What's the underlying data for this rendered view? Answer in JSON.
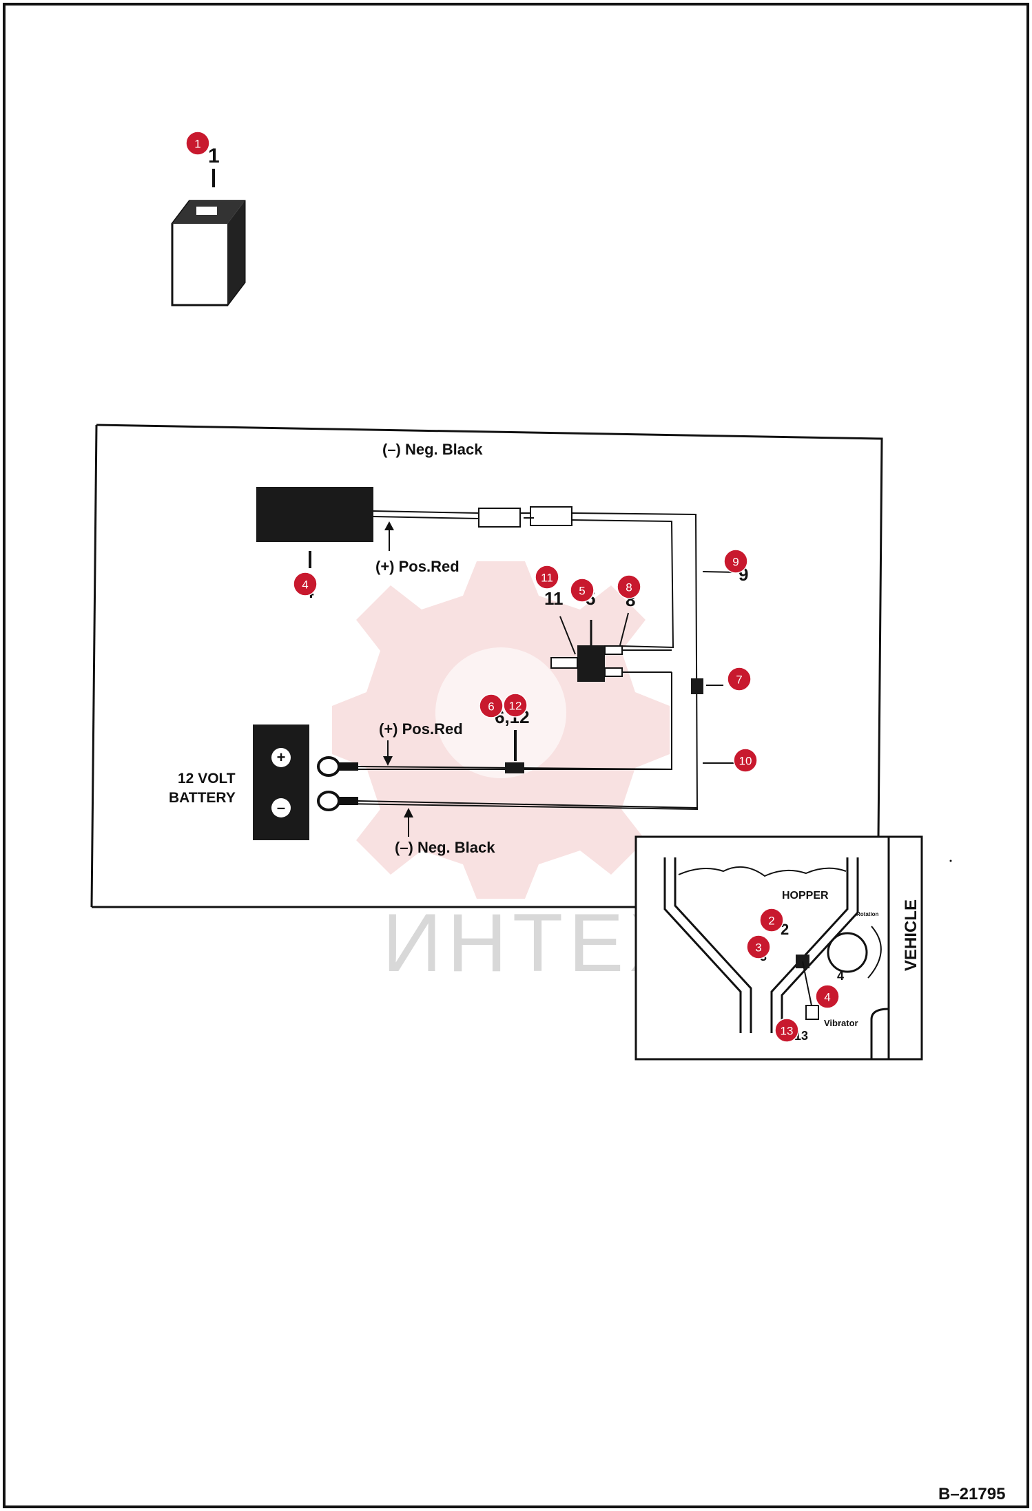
{
  "watermark_text": "ИНТЕХ",
  "drawing_number": "B–21795",
  "part_label_1": "1",
  "neg_black_top": "(–) Neg. Black",
  "pos_red_top": "(+) Pos.Red",
  "pos_red_bottom": "(+) Pos.Red",
  "neg_black_bottom": "(–) Neg. Black",
  "battery_label_line1": "12 VOLT",
  "battery_label_line2": "BATTERY",
  "battery_plus": "+",
  "battery_minus": "–",
  "part_label_9": "9",
  "part_label_11": "11",
  "part_label_5": "5",
  "part_label_8": "8",
  "part_label_6_12": "6,12",
  "part_label_4": "4",
  "inset": {
    "hopper": "HOPPER",
    "vehicle": "VEHICLE",
    "vibrator": "Vibrator",
    "rotation": "Rotation",
    "label_2": "2",
    "label_3": "3",
    "label_4": "4",
    "label_13": "13"
  },
  "callouts": [
    "1",
    "4",
    "11",
    "5",
    "8",
    "9",
    "7",
    "6",
    "12",
    "10",
    "2",
    "3",
    "4",
    "13"
  ]
}
